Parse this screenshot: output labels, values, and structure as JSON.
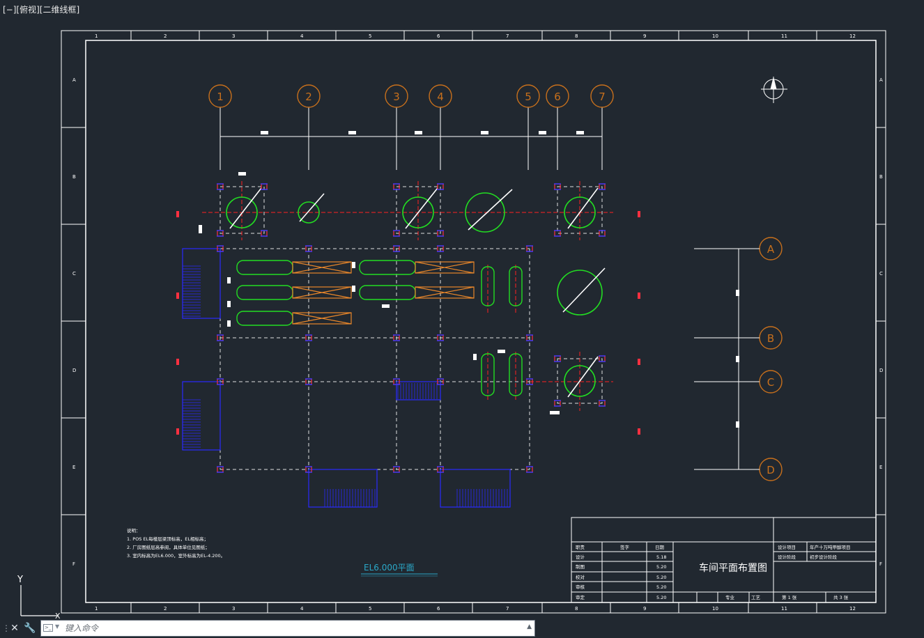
{
  "viewport": {
    "label": "[−][俯视][二维线框]"
  },
  "frame": {
    "col_labels": [
      "1",
      "2",
      "3",
      "4",
      "5",
      "6",
      "7",
      "8",
      "9",
      "10",
      "11",
      "12"
    ],
    "row_labels": [
      "A",
      "B",
      "C",
      "D",
      "E",
      "F"
    ]
  },
  "grid_axes": {
    "vertical": [
      "1",
      "2",
      "3",
      "4",
      "5",
      "6",
      "7"
    ],
    "horizontal": [
      "A",
      "B",
      "C",
      "D"
    ]
  },
  "notes": {
    "heading": "说明：",
    "lines": [
      "1. POS EL每楼层梁顶标高，EL相标高；",
      "2. 厂房图纸层高参阅，具体单位见图纸；",
      "3. 室内标高为EL6.000，室外标高为EL-4.200。"
    ]
  },
  "plan_label": "EL6.000平面",
  "title_block": {
    "drawing_title": "车间平面布置图",
    "role_header": "职责",
    "sign_header": "签字",
    "date_header": "日期",
    "roles": [
      {
        "role": "设计",
        "date": "5.18"
      },
      {
        "role": "制图",
        "date": "5.20"
      },
      {
        "role": "校对",
        "date": "5.20"
      },
      {
        "role": "审核",
        "date": "5.20"
      },
      {
        "role": "审定",
        "date": "5.20"
      }
    ],
    "project_label": "设计项目",
    "project_value": "年产十万吨甲醇项目",
    "stage_label": "设计阶段",
    "stage_value": "初步设计阶段",
    "discipline_label": "专业",
    "discipline_value": "工艺",
    "sheet_no": "第 1 张",
    "sheet_total": "共 3 张"
  },
  "ucs": {
    "y_label": "Y",
    "x_label": "X"
  },
  "command": {
    "placeholder": "键入命令"
  },
  "colors": {
    "background": "#212830",
    "frame": "#ffffff",
    "axis_bubble": "#c8701c",
    "equipment": "#22dd22",
    "stair": "#2a2aff",
    "steel_column": "#ff3040",
    "centerline": "#ff2020",
    "platform": "#e8862a"
  }
}
